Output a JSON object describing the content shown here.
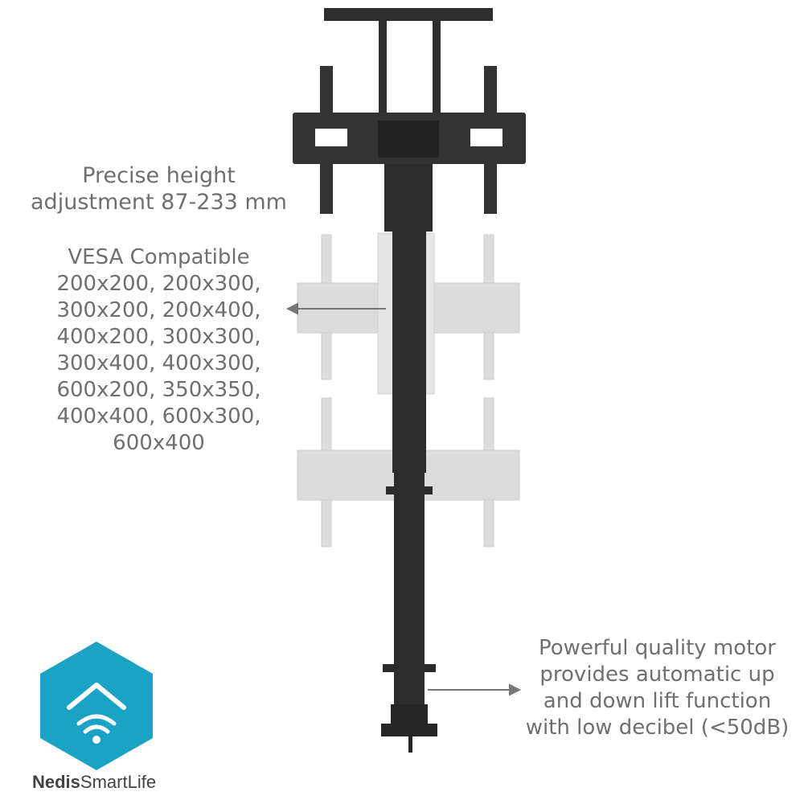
{
  "captions": {
    "height": [
      "Precise height",
      "adjustment 87-233 mm"
    ],
    "vesa": [
      "VESA Compatible",
      "200x200, 200x300,",
      "300x200, 200x400,",
      "400x200, 300x300,",
      "300x400, 400x300,",
      "600x200, 350x350,",
      "400x400, 600x300,",
      "600x400"
    ],
    "motor": [
      "Powerful quality motor",
      "provides automatic up",
      "and down lift function",
      "with low decibel (<50dB)"
    ]
  },
  "logo": {
    "brand": "Nedis",
    "product": "SmartLife"
  },
  "colors": {
    "metal": "#2e2e2e",
    "ghost": "#d9d9d9",
    "text": "#6f6f6f",
    "logo": "#1aa3c4"
  },
  "icons": [
    "wifi-home-icon"
  ]
}
